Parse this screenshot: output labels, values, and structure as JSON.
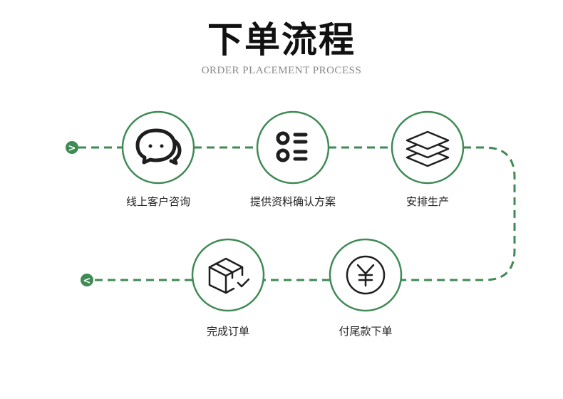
{
  "header": {
    "title": "下单流程",
    "subtitle": "ORDER PLACEMENT PROCESS"
  },
  "colors": {
    "accent": "#3f8a55",
    "icon": "#1e1e1e",
    "text": "#222222",
    "subtitle": "#888888"
  },
  "steps": [
    {
      "label": "线上客户咨询",
      "icon": "chat-bubbles-icon"
    },
    {
      "label": "提供资料确认方案",
      "icon": "list-icon"
    },
    {
      "label": "安排生产",
      "icon": "layers-icon"
    },
    {
      "label": "付尾款下单",
      "icon": "yen-icon"
    },
    {
      "label": "完成订单",
      "icon": "box-check-icon"
    }
  ],
  "markers": {
    "start": {
      "glyph": ">",
      "icon": "arrow-right-icon"
    },
    "end": {
      "glyph": "<",
      "icon": "arrow-left-icon"
    }
  }
}
